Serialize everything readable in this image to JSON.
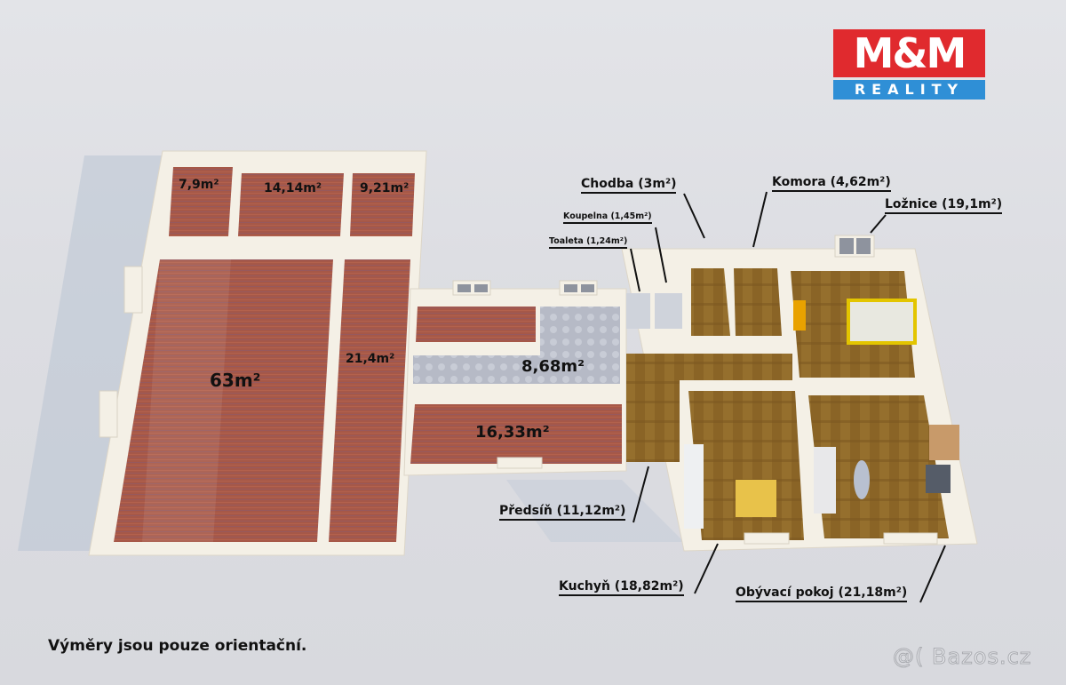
{
  "logo": {
    "brand_top": "M&M",
    "brand_bottom": "REALITY",
    "colors": {
      "red": "#e02a2e",
      "blue": "#2f8fd6"
    }
  },
  "floor_plan": {
    "floor_colors": {
      "terracotta": "#a85a4a",
      "wood": "#8f6a2a",
      "tile": "#b8bcc8",
      "wall": "#f3efe6"
    },
    "room_areas": [
      {
        "id": "room-west-small-1",
        "label": "7,9m²"
      },
      {
        "id": "room-west-small-2",
        "label": "14,14m²"
      },
      {
        "id": "room-west-small-3",
        "label": "9,21m²"
      },
      {
        "id": "room-west-large",
        "label": "63m²"
      },
      {
        "id": "room-west-corridor",
        "label": "21,4m²"
      },
      {
        "id": "room-middle-tiled",
        "label": "8,68m²"
      },
      {
        "id": "room-middle-south",
        "label": "16,33m²"
      }
    ],
    "callouts": [
      {
        "id": "chodba",
        "label": "Chodba (3m²)"
      },
      {
        "id": "komora",
        "label": "Komora (4,62m²)"
      },
      {
        "id": "loznice",
        "label": "Ložnice (19,1m²)"
      },
      {
        "id": "koupelna",
        "label": "Koupelna (1,45m²)"
      },
      {
        "id": "toaleta",
        "label": "Toaleta (1,24m²)"
      },
      {
        "id": "predsin",
        "label": "Předsíň (11,12m²)"
      },
      {
        "id": "kuchyn",
        "label": "Kuchyň (18,82m²)"
      },
      {
        "id": "obyvaci-pokoj",
        "label": "Obývací pokoj (21,18m²)"
      }
    ]
  },
  "note": "Výměry jsou pouze orientační.",
  "watermark": "@( Bazos.cz"
}
